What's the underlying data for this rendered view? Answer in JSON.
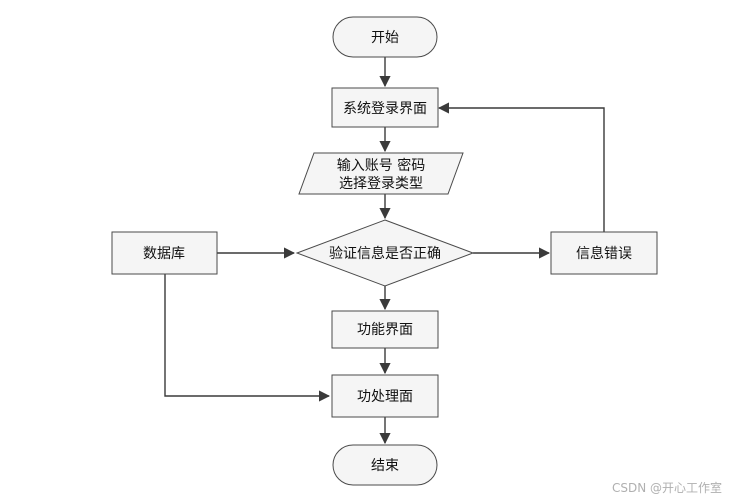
{
  "nodes": {
    "start": "开始",
    "login_page": "系统登录界面",
    "input_line1": "输入账号 密码",
    "input_line2": "选择登录类型",
    "verify": "验证信息是否正确",
    "database": "数据库",
    "error": "信息错误",
    "function_page": "功能界面",
    "process_page": "功处理面",
    "end": "结束"
  },
  "watermark": "CSDN @开心工作室"
}
